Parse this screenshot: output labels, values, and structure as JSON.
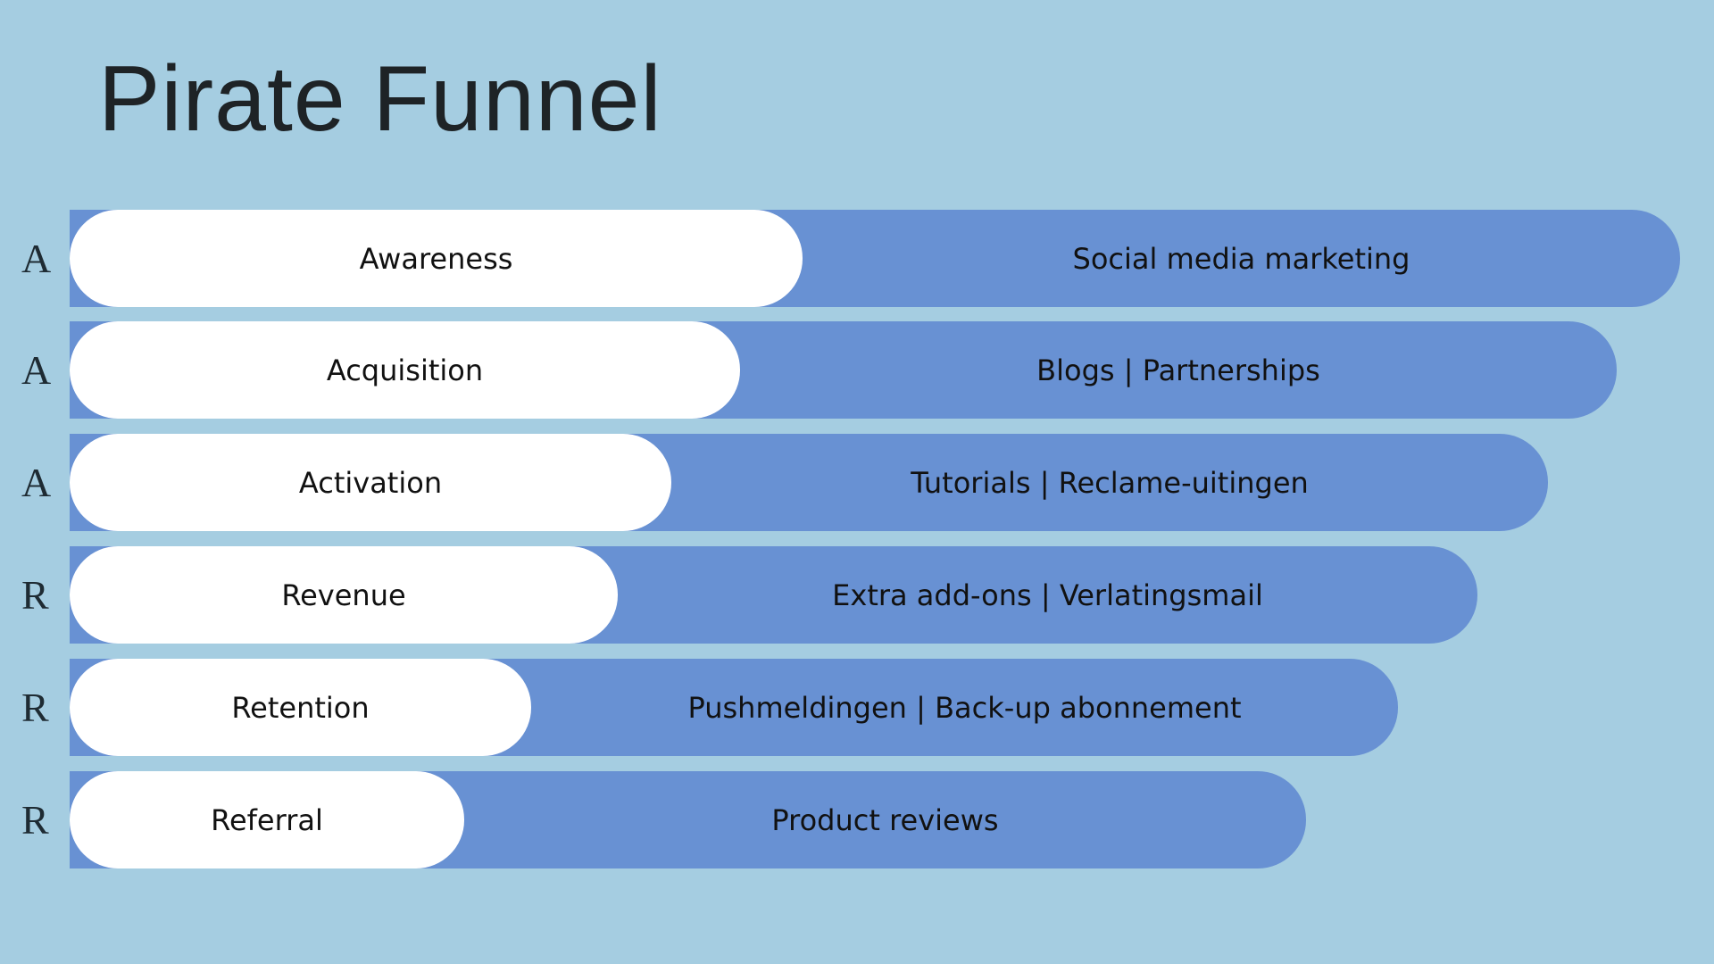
{
  "title": "Pirate Funnel",
  "colors": {
    "background": "#a5cde1",
    "bar": "#6891d3",
    "stage": "#ffffff"
  },
  "rows": [
    {
      "letter": "A",
      "stage": "Awareness",
      "tactics": "Social media marketing"
    },
    {
      "letter": "A",
      "stage": "Acquisition",
      "tactics": "Blogs | Partnerships"
    },
    {
      "letter": "A",
      "stage": "Activation",
      "tactics": "Tutorials | Reclame-uitingen"
    },
    {
      "letter": "R",
      "stage": "Revenue",
      "tactics": "Extra add-ons | Verlatingsmail"
    },
    {
      "letter": "R",
      "stage": "Retention",
      "tactics": "Pushmeldingen | Back-up abonnement"
    },
    {
      "letter": "R",
      "stage": "Referral",
      "tactics": "Product reviews"
    }
  ]
}
